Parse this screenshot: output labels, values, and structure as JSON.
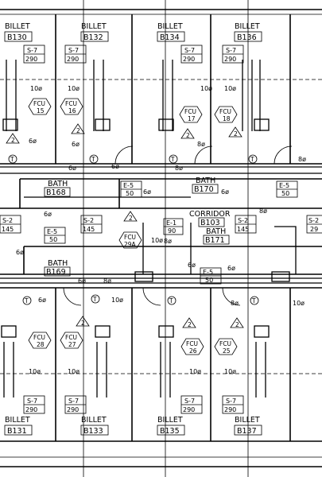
{
  "rooms_top": [
    {
      "word": "BILLET",
      "num": "B130"
    },
    {
      "word": "BILLET",
      "num": "B132"
    },
    {
      "word": "BILLET",
      "num": "B134"
    },
    {
      "word": "BILLET",
      "num": "B136"
    }
  ],
  "rooms_bottom": [
    {
      "word": "BILLET",
      "num": "B131"
    },
    {
      "word": "BILLET",
      "num": "B133"
    },
    {
      "word": "BILLET",
      "num": "B135"
    },
    {
      "word": "BILLET",
      "num": "B137"
    }
  ],
  "baths": [
    {
      "word": "BATH",
      "num": "B168"
    },
    {
      "word": "BATH",
      "num": "B170"
    },
    {
      "word": "BATH",
      "num": "B169"
    },
    {
      "word": "BATH",
      "num": "B171"
    }
  ],
  "corridor": {
    "word": "CORRIDOR",
    "num": "B103"
  },
  "diffusers": [
    {
      "type": "S-7",
      "cfm": "290"
    },
    {
      "type": "S-7",
      "cfm": "290"
    },
    {
      "type": "S-7",
      "cfm": "290"
    },
    {
      "type": "S-7",
      "cfm": "290"
    },
    {
      "type": "S-7",
      "cfm": "290"
    },
    {
      "type": "S-7",
      "cfm": "290"
    },
    {
      "type": "S-7",
      "cfm": "290"
    },
    {
      "type": "S-7",
      "cfm": "290"
    },
    {
      "type": "S-2",
      "cfm": "145"
    },
    {
      "type": "S-2",
      "cfm": "145"
    },
    {
      "type": "S-2",
      "cfm": "145"
    },
    {
      "type": "S-2",
      "cfm": "29"
    },
    {
      "type": "E-5",
      "cfm": "50"
    },
    {
      "type": "E-5",
      "cfm": "50"
    },
    {
      "type": "E-5",
      "cfm": "50"
    },
    {
      "type": "E-5",
      "cfm": "50"
    },
    {
      "type": "E-1",
      "cfm": "90"
    }
  ],
  "fcus": [
    {
      "word": "FCU",
      "num": "15"
    },
    {
      "word": "FCU",
      "num": "16"
    },
    {
      "word": "FCU",
      "num": "17"
    },
    {
      "word": "FCU",
      "num": "18"
    },
    {
      "word": "FCU",
      "num": "28"
    },
    {
      "word": "FCU",
      "num": "27"
    },
    {
      "word": "FCU",
      "num": "26"
    },
    {
      "word": "FCU",
      "num": "25"
    },
    {
      "word": "FCU",
      "num": "29A"
    }
  ],
  "triangle_tag": "2",
  "circle_tag": "T",
  "dims": {
    "d10": "10ø",
    "d8": "8ø",
    "d6": "6ø"
  }
}
